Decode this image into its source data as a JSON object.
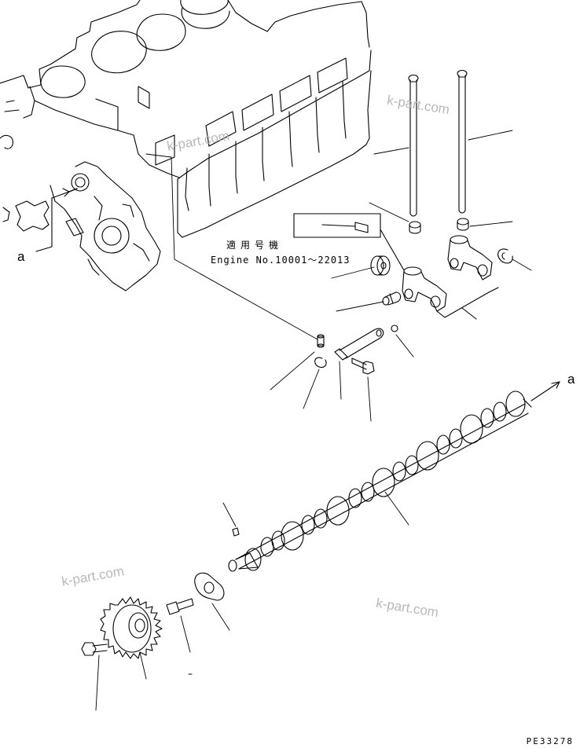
{
  "callouts": {
    "left": "a",
    "right": "a"
  },
  "applicability_note": {
    "label_jp": "適用号機",
    "label_en": "Engine No.10001〜22013"
  },
  "drawing_code": "PE33278",
  "watermarks": [
    "k-part.com",
    "k-part.com",
    "k-part.com",
    "k-part.com"
  ],
  "parts": [
    {
      "id": "push-rod-1",
      "icon": "push-rod-icon"
    },
    {
      "id": "push-rod-2",
      "icon": "push-rod-icon"
    },
    {
      "id": "valve-cap-1",
      "icon": "cap-icon"
    },
    {
      "id": "valve-cap-2",
      "icon": "cap-icon"
    },
    {
      "id": "snap-ring-rocker",
      "icon": "snap-ring-icon"
    },
    {
      "id": "roller",
      "icon": "roller-icon"
    },
    {
      "id": "rocker-arm-assembly",
      "icon": "rocker-arm-icon"
    },
    {
      "id": "bushing",
      "icon": "bushing-icon"
    },
    {
      "id": "ball",
      "icon": "ball-icon"
    },
    {
      "id": "lever-shaft",
      "icon": "shaft-icon"
    },
    {
      "id": "pin",
      "icon": "pin-icon"
    },
    {
      "id": "snap-ring-shaft",
      "icon": "snap-ring-icon"
    },
    {
      "id": "bolt-shaft",
      "icon": "bolt-icon"
    },
    {
      "id": "camshaft",
      "icon": "camshaft-icon"
    },
    {
      "id": "key",
      "icon": "key-icon"
    },
    {
      "id": "thrust-plate",
      "icon": "thrust-plate-icon"
    },
    {
      "id": "bolt-plate",
      "icon": "bolt-icon"
    },
    {
      "id": "cam-gear",
      "icon": "gear-icon"
    },
    {
      "id": "bolt-gear",
      "icon": "bolt-icon"
    }
  ],
  "colors": {
    "line": "#000000",
    "watermark": "#b8b8b8",
    "background": "#ffffff"
  }
}
